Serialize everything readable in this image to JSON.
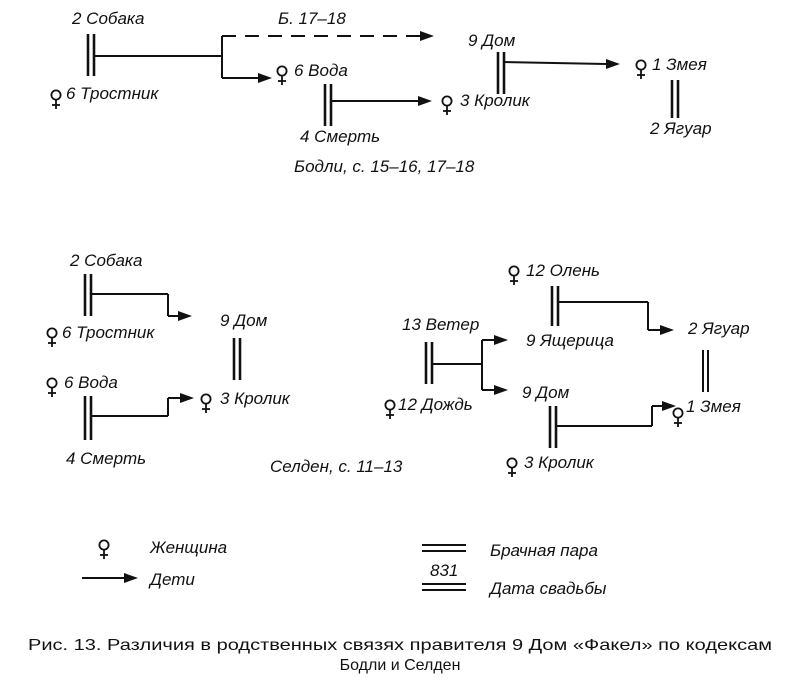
{
  "bodley": {
    "sobaka": "2 Собака",
    "trostnik": "6 Тростник",
    "voda": "6 Вода",
    "smert": "4 Смерть",
    "dom": "9 Дом",
    "krolik": "3 Кролик",
    "zmeya": "1 Змея",
    "yaguar": "2 Ягуар",
    "date_label": "Б. 17–18",
    "source": "Бодли, с. 15–16, 17–18"
  },
  "selden": {
    "sobaka": "2 Собака",
    "trostnik": "6 Тростник",
    "voda": "6 Вода",
    "smert": "4 Смерть",
    "dom_left": "9 Дом",
    "krolik_left": "3 Кролик",
    "veter": "13 Ветер",
    "dozhd": "12 Дождь",
    "olen": "12 Олень",
    "yashcheritsa": "9 Ящерица",
    "dom_right": "9 Дом",
    "krolik_right": "3 Кролик",
    "yaguar": "2 Ягуар",
    "zmeya": "1 Змея",
    "source": "Селден, с. 11–13"
  },
  "legend": {
    "woman": "Женщина",
    "children": "Дети",
    "marriage": "Брачная пара",
    "date_sample": "831",
    "wedding_date": "Дата свадьбы"
  },
  "caption": {
    "line1": "Рис. 13. Различия в родственных связях правителя 9 Дом «Факел» по кодексам",
    "line2": "Бодли и Селден"
  },
  "icons": [
    "female-symbol-icon",
    "arrow-right-icon",
    "double-line-marriage-icon"
  ]
}
